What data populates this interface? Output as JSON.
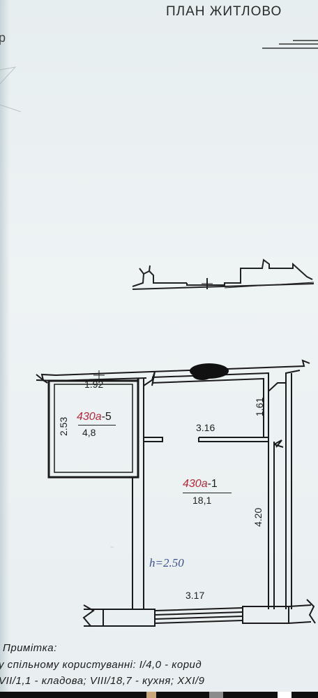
{
  "document": {
    "title": "ПЛАН ЖИТЛОВО",
    "edge_letter": "р"
  },
  "rooms": [
    {
      "id_prefix": "430а",
      "id_suffix": "-5",
      "area": "4,8"
    },
    {
      "id_prefix": "430а",
      "id_suffix": "-1",
      "area": "18,1"
    }
  ],
  "dimensions": {
    "d1": "1.92",
    "d2": "2.53",
    "d3": "1.61",
    "d4": "3.16",
    "d5": "4.20",
    "d6": "3.17"
  },
  "ceiling_height": "h=2.50",
  "notes": {
    "line1": "Примітка:",
    "line2": "у спільному користуванні:  I/4,0 -  корид",
    "line3": "VII/1,1 - кладова; VIII/18,7 - кухня; XXI/9"
  },
  "colors": {
    "paper": "#eaf0f2",
    "ink": "#1e1e1e",
    "room_id": "#b52a3c",
    "height_ink": "#3d4f8c"
  }
}
